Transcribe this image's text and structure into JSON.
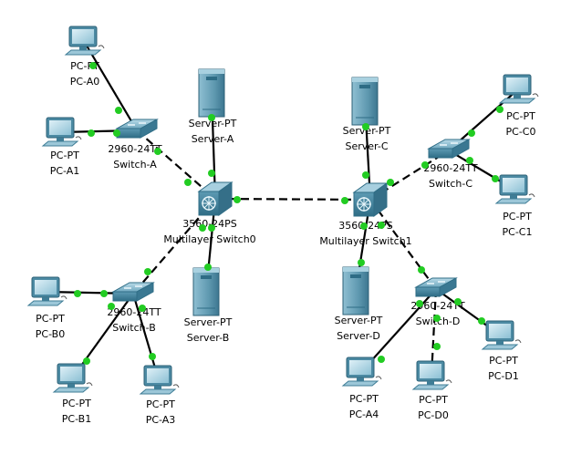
{
  "colors": {
    "link": "#000000",
    "port": "#22cc22",
    "device_light": "#7fb3c9",
    "device_dark": "#3e7f9a"
  },
  "nodes": [
    {
      "id": "pc_a0",
      "icon": "pc-icon",
      "type_label": "PC-PT",
      "name_label": "PC-A0"
    },
    {
      "id": "pc_a1",
      "icon": "pc-icon",
      "type_label": "PC-PT",
      "name_label": "PC-A1"
    },
    {
      "id": "switch_a",
      "icon": "switch-icon",
      "type_label": "2960-24TT",
      "name_label": "Switch-A"
    },
    {
      "id": "server_a",
      "icon": "server-icon",
      "type_label": "Server-PT",
      "name_label": "Server-A"
    },
    {
      "id": "mls0",
      "icon": "multilayer-switch-icon",
      "type_label": "3560-24PS",
      "name_label": "Multilayer Switch0"
    },
    {
      "id": "server_b",
      "icon": "server-icon",
      "type_label": "Server-PT",
      "name_label": "Server-B"
    },
    {
      "id": "switch_b",
      "icon": "switch-icon",
      "type_label": "2960-24TT",
      "name_label": "Switch-B"
    },
    {
      "id": "pc_b0",
      "icon": "pc-icon",
      "type_label": "PC-PT",
      "name_label": "PC-B0"
    },
    {
      "id": "pc_b1",
      "icon": "pc-icon",
      "type_label": "PC-PT",
      "name_label": "PC-B1"
    },
    {
      "id": "pc_a3",
      "icon": "pc-icon",
      "type_label": "PC-PT",
      "name_label": "PC-A3"
    },
    {
      "id": "server_c",
      "icon": "server-icon",
      "type_label": "Server-PT",
      "name_label": "Server-C"
    },
    {
      "id": "mls1",
      "icon": "multilayer-switch-icon",
      "type_label": "3560-24PS",
      "name_label": "Multilayer Switch1"
    },
    {
      "id": "switch_c",
      "icon": "switch-icon",
      "type_label": "2960-24TT",
      "name_label": "Switch-C"
    },
    {
      "id": "pc_c0",
      "icon": "pc-icon",
      "type_label": "PC-PT",
      "name_label": "PC-C0"
    },
    {
      "id": "pc_c1",
      "icon": "pc-icon",
      "type_label": "PC-PT",
      "name_label": "PC-C1"
    },
    {
      "id": "server_d",
      "icon": "server-icon",
      "type_label": "Server-PT",
      "name_label": "Server-D"
    },
    {
      "id": "switch_d",
      "icon": "switch-icon",
      "type_label": "2960-24TT",
      "name_label": "Switch-D"
    },
    {
      "id": "pc_a4",
      "icon": "pc-icon",
      "type_label": "PC-PT",
      "name_label": "PC-A4"
    },
    {
      "id": "pc_d0",
      "icon": "pc-icon",
      "type_label": "PC-PT",
      "name_label": "PC-D0"
    },
    {
      "id": "pc_d1",
      "icon": "pc-icon",
      "type_label": "PC-PT",
      "name_label": "PC-D1"
    }
  ],
  "links": [
    {
      "from": "pc_a0",
      "to": "switch_a",
      "style": "solid"
    },
    {
      "from": "pc_a1",
      "to": "switch_a",
      "style": "solid"
    },
    {
      "from": "switch_a",
      "to": "mls0",
      "style": "dashed"
    },
    {
      "from": "server_a",
      "to": "mls0",
      "style": "solid"
    },
    {
      "from": "mls0",
      "to": "server_b",
      "style": "solid"
    },
    {
      "from": "mls0",
      "to": "switch_b",
      "style": "dashed"
    },
    {
      "from": "pc_b0",
      "to": "switch_b",
      "style": "solid"
    },
    {
      "from": "switch_b",
      "to": "pc_b1",
      "style": "solid"
    },
    {
      "from": "switch_b",
      "to": "pc_a3",
      "style": "solid"
    },
    {
      "from": "mls0",
      "to": "mls1",
      "style": "dashed"
    },
    {
      "from": "server_c",
      "to": "mls1",
      "style": "solid"
    },
    {
      "from": "mls1",
      "to": "switch_c",
      "style": "dashed"
    },
    {
      "from": "switch_c",
      "to": "pc_c0",
      "style": "solid"
    },
    {
      "from": "switch_c",
      "to": "pc_c1",
      "style": "solid"
    },
    {
      "from": "mls1",
      "to": "server_d",
      "style": "solid"
    },
    {
      "from": "mls1",
      "to": "switch_d",
      "style": "dashed"
    },
    {
      "from": "switch_d",
      "to": "pc_a4",
      "style": "solid"
    },
    {
      "from": "switch_d",
      "to": "pc_d0",
      "style": "dashed"
    },
    {
      "from": "switch_d",
      "to": "pc_d1",
      "style": "solid"
    }
  ]
}
